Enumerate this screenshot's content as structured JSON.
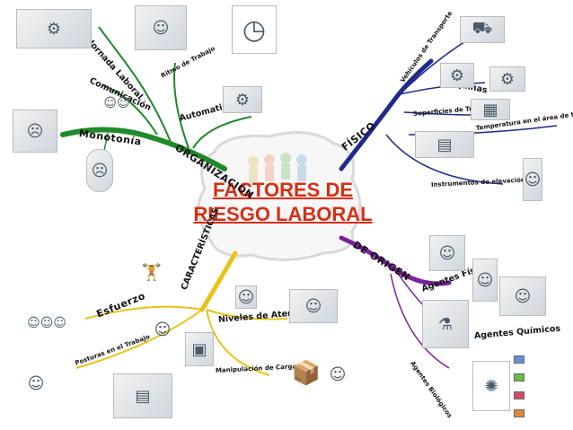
{
  "center": {
    "title_line1": "FACTORES DE",
    "title_line2": "RIESGO LABORAL"
  },
  "branches": {
    "organizacion": "ORGANIZACIÓN",
    "fisico": "FÍSICO",
    "de_origen": "DE ORIGEN",
    "caracteristicas": "CARACTERÍSTICAS"
  },
  "organizacion_items": {
    "jornada": "Jornada Laboral",
    "ritmo": "Ritmo de Trabajo",
    "comunicacion": "Comunicación",
    "automatizacion": "Automatización",
    "monotonia": "Monotonía"
  },
  "fisico_items": {
    "vehiculos": "Vehículos de Transporte",
    "maquinas": "Máquinas",
    "superficies": "Superficies de Tránsito",
    "temperatura": "Temperatura en el área de trabajo",
    "instrumentos": "Instrumentos de elevación"
  },
  "origen_items": {
    "fisicos": "Agentes Físicos",
    "quimicos": "Agentes Químicos",
    "biologicos": "Agentes Biológicos"
  },
  "caracteristicas_items": {
    "esfuerzo": "Esfuerzo",
    "posturas": "Posturas en el Trabajo",
    "niveles": "Niveles de Atención",
    "manipulacion": "Manipulación de Cargas"
  },
  "colors": {
    "title": "#d62f16",
    "organizacion_branch": "#1f8a2a",
    "fisico_branch": "#1f2a8a",
    "origen_branch": "#7a1f9a",
    "caracteristicas_branch": "#e8c21a"
  },
  "icons": {
    "clock": "clock-icon",
    "worker": "worker-icon",
    "truck": "truck-icon",
    "chemical": "chemical-icon",
    "box": "box-icon"
  }
}
